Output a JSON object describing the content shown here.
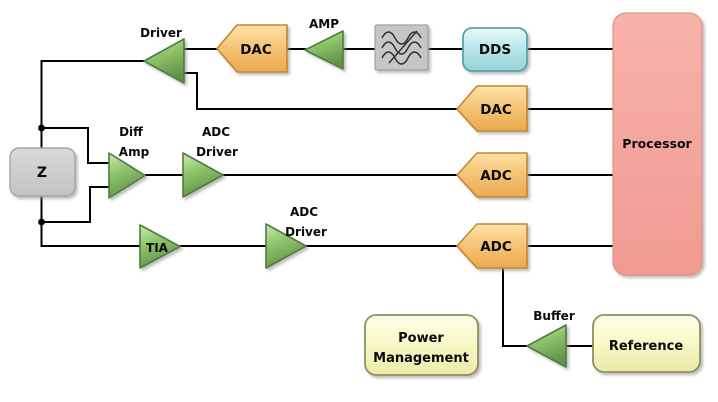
{
  "diagram_type": "signal-chain-block-diagram",
  "colors": {
    "wire": "#000000",
    "amplifier_green": "#8fc56c",
    "amplifier_border": "#4f7d3c",
    "converter_orange": "#f6c87c",
    "converter_border": "#c3872f",
    "dds_cyan": "#b9e7e9",
    "dds_border": "#58a2ad",
    "processor_salmon": "#f3a49c",
    "processor_border": "#de8d85",
    "support_yellow": "#f9f9cb",
    "support_border": "#8f8f5f",
    "impedance_gray": "#c9c9c9",
    "filter_gray": "#c6c6c6"
  },
  "labels": {
    "driver": "Driver",
    "dac_tx": "DAC",
    "amp": "AMP",
    "dds": "DDS",
    "processor": "Processor",
    "dac_rx": "DAC",
    "diff_amp_1": "Diff",
    "diff_amp_2": "Amp",
    "adc_driver_a_1": "ADC",
    "adc_driver_a_2": "Driver",
    "adc_a": "ADC",
    "tia": "TIA",
    "adc_driver_b_1": "ADC",
    "adc_driver_b_2": "Driver",
    "adc_b": "ADC",
    "buffer": "Buffer",
    "reference": "Reference",
    "power_1": "Power",
    "power_2": "Management",
    "z": "Z"
  }
}
